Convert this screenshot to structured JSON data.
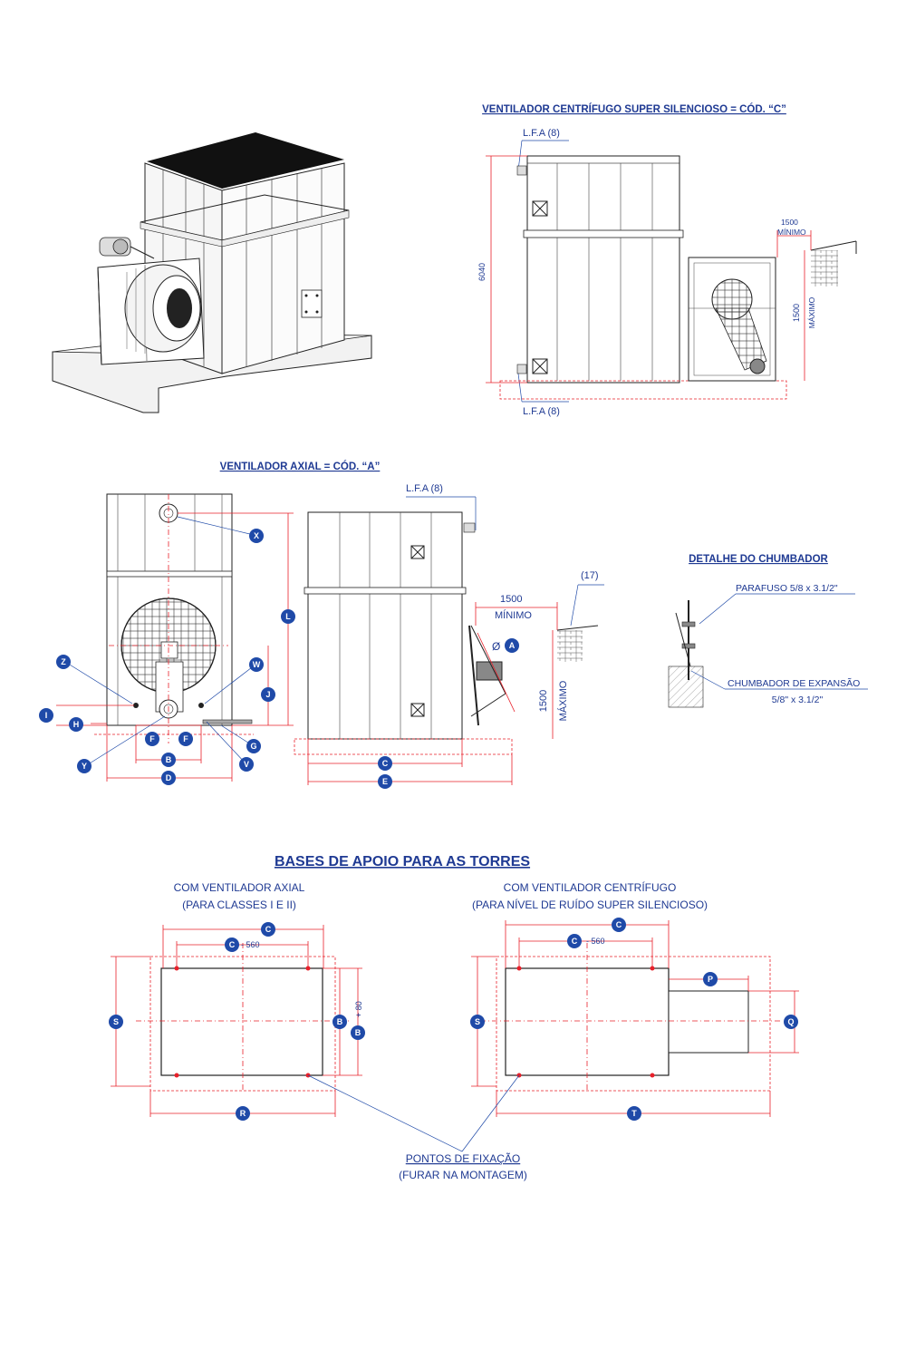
{
  "sections": {
    "centrifugal_title": "VENTILADOR CENTRÍFUGO SUPER SILENCIOSO = CÓD. “C”",
    "axial_title": "VENTILADOR AXIAL = CÓD. “A”",
    "anchor_title": "DETALHE DO CHUMBADOR",
    "bases_title": "BASES DE APOIO PARA AS TORRES"
  },
  "centrifugal": {
    "lfa_top": "L.F.A (8)",
    "lfa_bottom": "L.F.A (8)",
    "height": "6040",
    "min_value": "1500",
    "min_label": "MÍNIMO",
    "max_value": "1500",
    "max_label": "MÁXIMO"
  },
  "axial": {
    "lfa": "L.F.A (8)",
    "ref17": "(17)",
    "min_value": "1500",
    "min_label": "MÍNIMO",
    "max_value": "1500",
    "max_label": "MÁXIMO",
    "diameter_symbol": "Ø",
    "bubbles": [
      "X",
      "L",
      "Z",
      "W",
      "J",
      "I",
      "H",
      "F",
      "F",
      "B",
      "D",
      "Y",
      "G",
      "V",
      "C",
      "E",
      "A"
    ]
  },
  "anchor": {
    "bolt": "PARAFUSO 5/8 x 3.1/2\"",
    "expansion_line1": "CHUMBADOR DE EXPANSÃO",
    "expansion_line2": "5/8\" x 3.1/2\""
  },
  "bases": {
    "axial_caption_1": "COM VENTILADOR AXIAL",
    "axial_caption_2": "(PARA CLASSES I E II)",
    "centrifugal_caption_1": "COM VENTILADOR CENTRÍFUGO",
    "centrifugal_caption_2": "(PARA NÍVEL DE RUÍDO SUPER SILENCIOSO)",
    "minus_560_a": "- 560",
    "minus_560_b": "- 560",
    "plus_80": "+ 80",
    "fixation_1": "PONTOS DE FIXAÇÃO",
    "fixation_2": "(FURAR NA MONTAGEM)",
    "bubbles": [
      "C",
      "C",
      "S",
      "B",
      "B",
      "R",
      "C",
      "C",
      "S",
      "P",
      "Q",
      "T"
    ]
  },
  "colors": {
    "title": "#1f3a93",
    "bubble": "#1f4aa8",
    "dimension_red": "#e8202a",
    "line": "#222222"
  }
}
